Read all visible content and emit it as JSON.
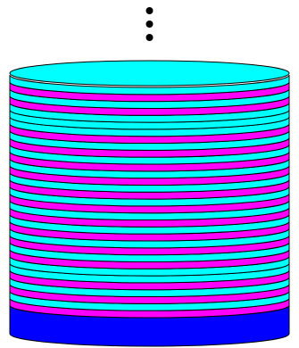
{
  "diagram": {
    "continuation_dots": 3,
    "colors": {
      "top_face": "#00ffff",
      "band_cyan": "#00ffff",
      "band_magenta": "#ff00ff",
      "base": "#0000ff",
      "stroke": "#000000",
      "dot": "#000000"
    },
    "layers_top_to_bottom": [
      "cyan",
      "magenta",
      "cyan",
      "magenta",
      "cyan",
      "cyan",
      "cyan",
      "magenta",
      "cyan",
      "magenta",
      "cyan",
      "magenta",
      "cyan",
      "magenta",
      "cyan",
      "magenta",
      "cyan",
      "magenta",
      "cyan",
      "magenta",
      "cyan",
      "magenta",
      "cyan",
      "magenta",
      "cyan",
      "magenta",
      "cyan",
      "cyan",
      "magenta",
      "cyan",
      "magenta",
      "cyan",
      "magenta"
    ]
  }
}
